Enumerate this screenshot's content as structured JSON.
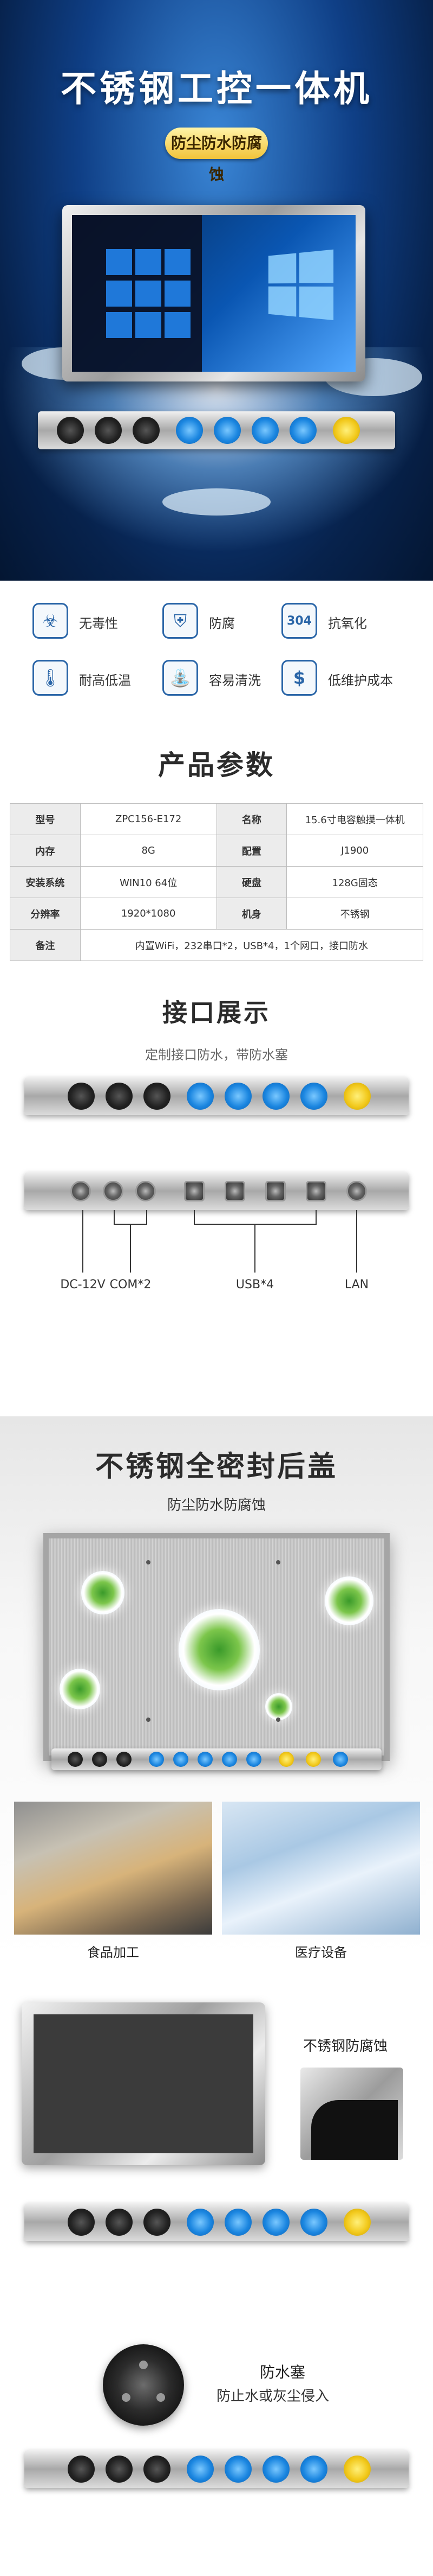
{
  "hero": {
    "title": "不锈钢工控一体机",
    "badge": "防尘防水防腐蚀"
  },
  "features": [
    {
      "icon": "shield-icon",
      "label": "无毒性"
    },
    {
      "icon": "shield-check-icon",
      "label": "防腐"
    },
    {
      "icon": "304-badge-icon",
      "label": "抗氧化"
    },
    {
      "icon": "thermometer-icon",
      "label": "耐高低温"
    },
    {
      "icon": "spray-icon",
      "label": "容易清洗"
    },
    {
      "icon": "coins-icon",
      "label": "低维护成本"
    }
  ],
  "feature_icon_glyphs": [
    "☣",
    "⛨",
    "304",
    "🌡",
    "⛲",
    "$"
  ],
  "params": {
    "title": "产品参数",
    "rows": [
      [
        "型号",
        "ZPC156-E172",
        "名称",
        "15.6寸电容触摸一体机"
      ],
      [
        "内存",
        "8G",
        "配置",
        "J1900"
      ],
      [
        "安装系统",
        "WIN10 64位",
        "硬盘",
        "128G固态"
      ],
      [
        "分辨率",
        "1920*1080",
        "机身",
        "不锈钢"
      ]
    ],
    "note_key": "备注",
    "note_value": "内置WiFi，232串口*2，USB*4，1个网口，接口防水"
  },
  "interface": {
    "title": "接口展示",
    "subtitle": "定制接口防水，带防水塞",
    "labels": [
      "DC-12V",
      "COM*2",
      "USB*4",
      "LAN"
    ]
  },
  "seal": {
    "title": "不锈钢全密封后盖",
    "subtitle": "防尘防水防腐蚀",
    "captions": [
      "食品加工",
      "医疗设备"
    ]
  },
  "detail": {
    "label": "不锈钢防腐蚀"
  },
  "waterproof": {
    "title": "防水塞",
    "subtitle": "防止水或灰尘侵入"
  },
  "colors": {
    "hero_blue": "#0f3f86",
    "badge_yellow": "#f2c33a",
    "icon_blue": "#2b66a8",
    "plug_blue": "#1b86e0",
    "plug_yellow": "#f2c91c"
  }
}
